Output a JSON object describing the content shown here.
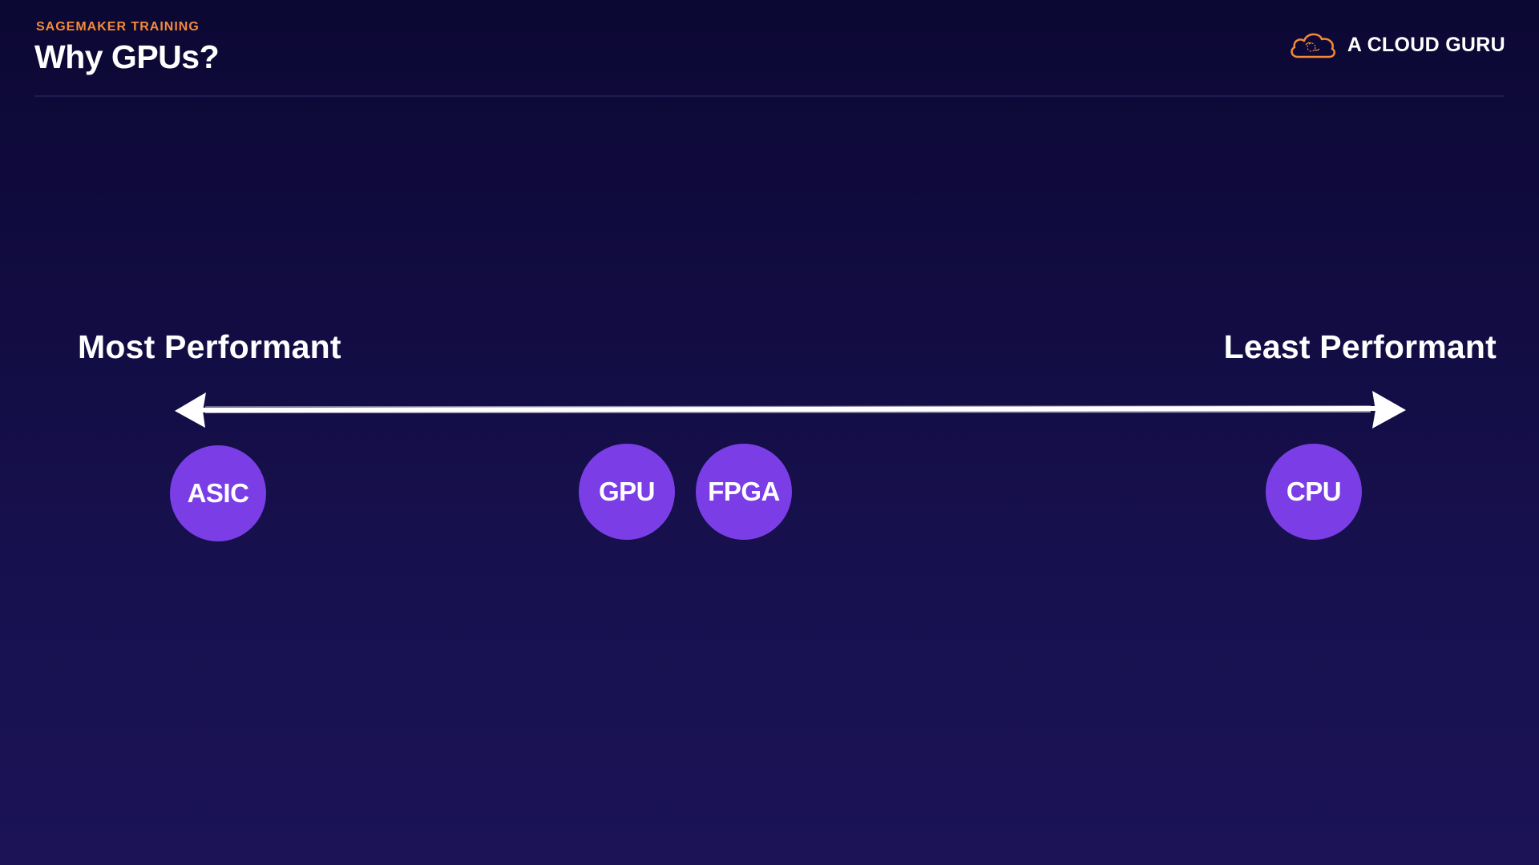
{
  "header": {
    "eyebrow": "SAGEMAKER TRAINING",
    "title": "Why GPUs?"
  },
  "brand": {
    "name": "A CLOUD GURU",
    "icon": "cloud-logo-icon",
    "accent_color": "#f28a3a"
  },
  "scale": {
    "left_label": "Most Performant",
    "right_label": "Least Performant",
    "arrow_icon": "double-headed-arrow-icon",
    "items": [
      {
        "label": "ASIC",
        "color": "#7b3ee6"
      },
      {
        "label": "GPU",
        "color": "#7b3ee6"
      },
      {
        "label": "FPGA",
        "color": "#7b3ee6"
      },
      {
        "label": "CPU",
        "color": "#7b3ee6"
      }
    ]
  }
}
